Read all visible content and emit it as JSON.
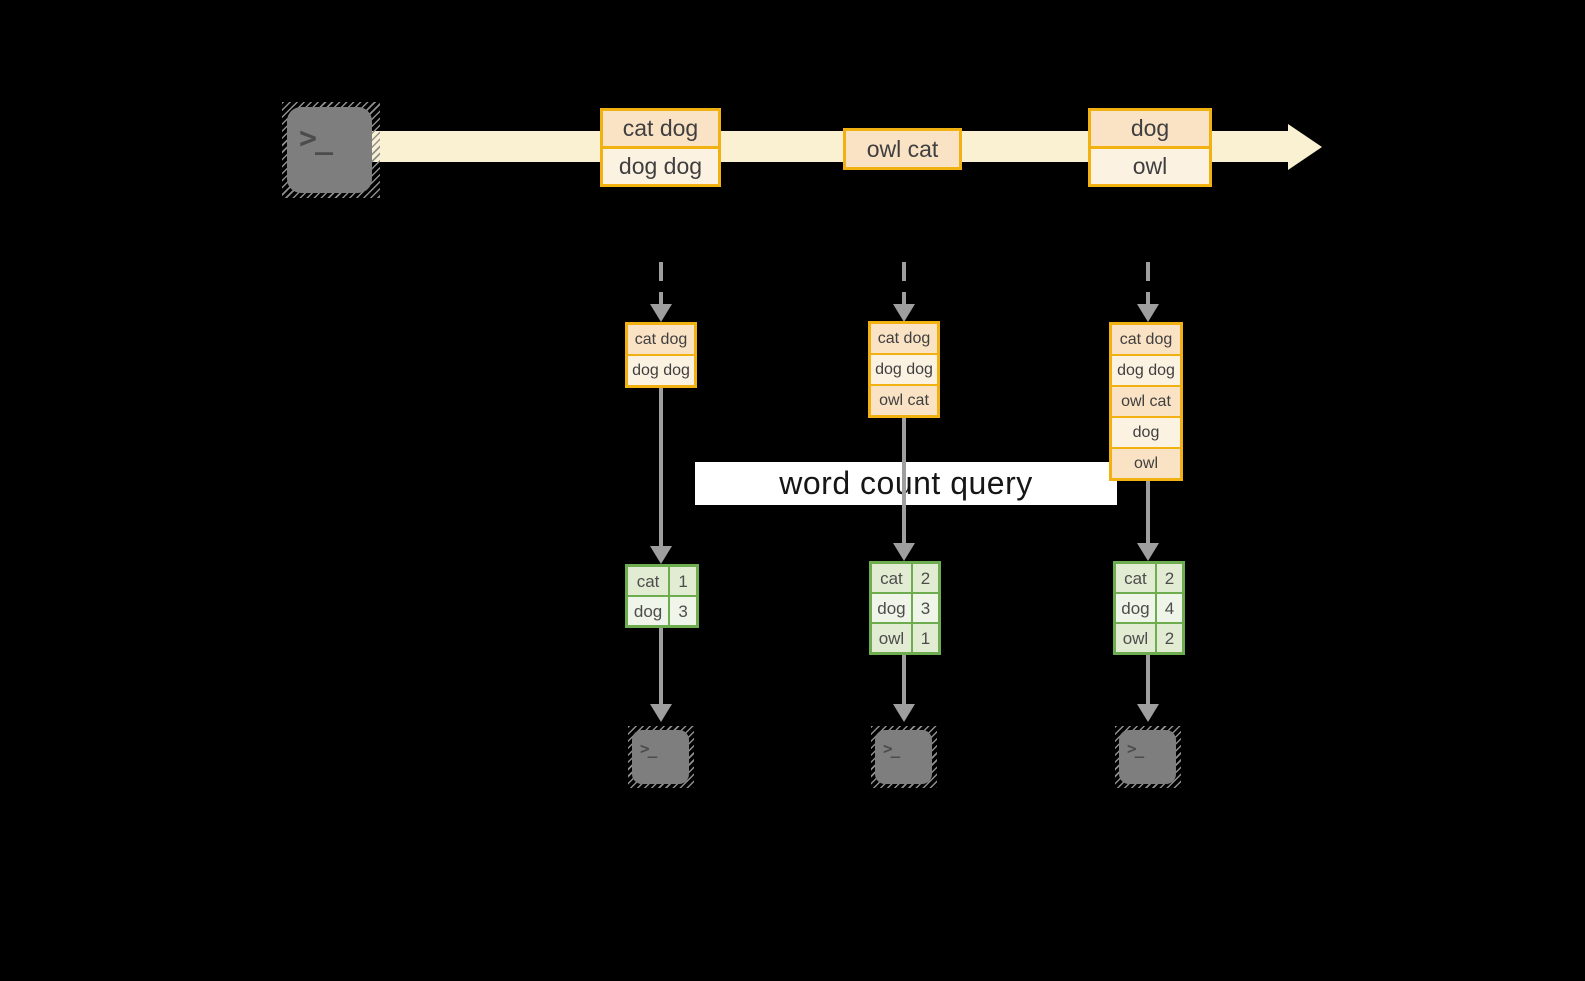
{
  "title": "streaming word count diagram",
  "colors": {
    "background": "#000000",
    "stream_band": "#FAF1D2",
    "orange_border": "#F1B211",
    "cell_peach": "#FAE2C4",
    "cell_cream": "#FCF2E2",
    "green_border": "#6EAC50",
    "green_cell_dark": "#E2ECD3",
    "green_cell_light": "#EFF5E8",
    "arrow_gray": "#9E9E9E",
    "terminal_gray": "#7E7E7E"
  },
  "source_terminal": {
    "glyph": ">_"
  },
  "stream_batches": [
    {
      "records": [
        "cat dog",
        "dog dog"
      ]
    },
    {
      "records": [
        "owl cat"
      ]
    },
    {
      "records": [
        "dog",
        "owl"
      ]
    }
  ],
  "state_buffers": [
    {
      "records": [
        "cat dog",
        "dog dog"
      ]
    },
    {
      "records": [
        "cat dog",
        "dog dog",
        "owl cat"
      ]
    },
    {
      "records": [
        "cat dog",
        "dog dog",
        "owl cat",
        "dog",
        "owl"
      ]
    }
  ],
  "query_label": "word count query",
  "result_tables": [
    {
      "rows": [
        {
          "word": "cat",
          "count": "1"
        },
        {
          "word": "dog",
          "count": "3"
        }
      ]
    },
    {
      "rows": [
        {
          "word": "cat",
          "count": "2"
        },
        {
          "word": "dog",
          "count": "3"
        },
        {
          "word": "owl",
          "count": "1"
        }
      ]
    },
    {
      "rows": [
        {
          "word": "cat",
          "count": "2"
        },
        {
          "word": "dog",
          "count": "4"
        },
        {
          "word": "owl",
          "count": "2"
        }
      ]
    }
  ],
  "sink_terminals": [
    {
      "glyph": ">_"
    },
    {
      "glyph": ">_"
    },
    {
      "glyph": ">_"
    }
  ]
}
